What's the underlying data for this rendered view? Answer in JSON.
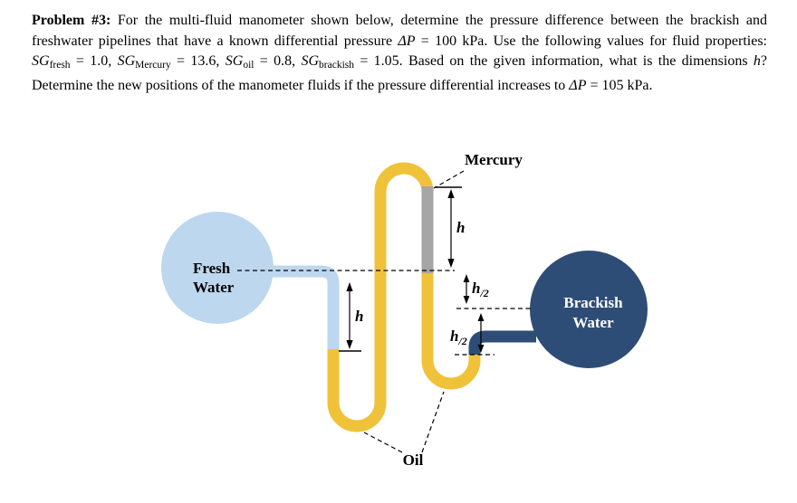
{
  "problem": {
    "segments": [
      {
        "t": "Problem #3:",
        "style": "bold"
      },
      {
        "t": "  For the multi-fluid manometer shown below, determine the pressure difference between the brackish and freshwater pipelines that have a known differential pressure ",
        "style": "normal"
      },
      {
        "t": "ΔP",
        "style": "italic"
      },
      {
        "t": " = 100 kPa.  Use the following values for fluid properties: ",
        "style": "normal"
      },
      {
        "t": "SG",
        "style": "italic"
      },
      {
        "t": "fresh",
        "style": "sub"
      },
      {
        "t": " = 1.0, ",
        "style": "normal"
      },
      {
        "t": "SG",
        "style": "italic"
      },
      {
        "t": "Mercury",
        "style": "sub"
      },
      {
        "t": " = 13.6, ",
        "style": "normal"
      },
      {
        "t": "SG",
        "style": "italic"
      },
      {
        "t": "oil",
        "style": "sub"
      },
      {
        "t": " = 0.8, ",
        "style": "normal"
      },
      {
        "t": "SG",
        "style": "italic"
      },
      {
        "t": "brackish",
        "style": "sub"
      },
      {
        "t": " = 1.05.  Based on the given information, what is the dimensions ",
        "style": "normal"
      },
      {
        "t": "h",
        "style": "italic"
      },
      {
        "t": "?  Determine the new positions of the manometer fluids if the pressure differential increases to ",
        "style": "normal"
      },
      {
        "t": "ΔP",
        "style": "italic"
      },
      {
        "t": " = 105 kPa.",
        "style": "normal"
      }
    ]
  },
  "diagram": {
    "labels": {
      "mercury": "Mercury",
      "fresh_1": "Fresh",
      "fresh_2": "Water",
      "brackish_1": "Brackish",
      "brackish_2": "Water",
      "oil": "Oil",
      "h_left": "h",
      "h_mercury": "h",
      "h_half_var": "h",
      "h_half_frac": "/2"
    },
    "colors": {
      "oil_tube": "#EFC239",
      "fresh_water": "#BDD7EE",
      "brackish_water": "#2E4D76",
      "mercury": "#A6A6A6"
    }
  }
}
